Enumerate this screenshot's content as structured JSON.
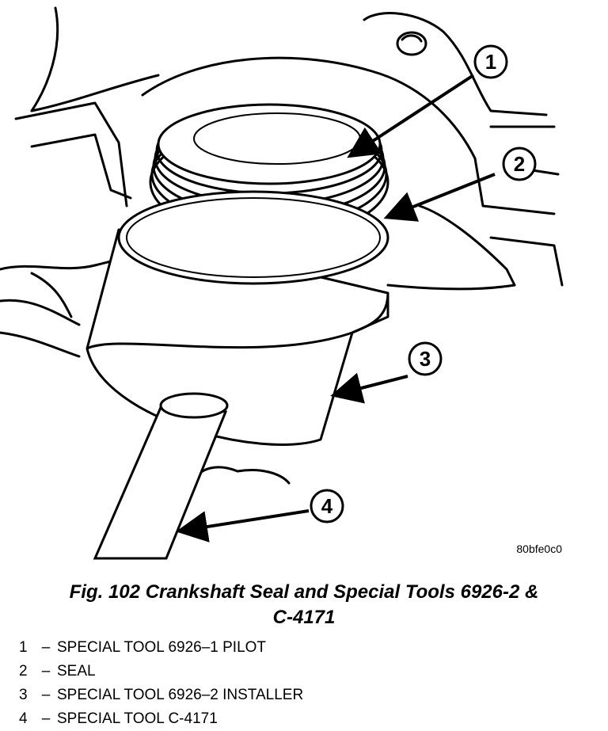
{
  "figure": {
    "code": "80bfe0c0",
    "callouts": [
      "1",
      "2",
      "3",
      "4"
    ]
  },
  "caption": {
    "line1": "Fig. 102 Crankshaft Seal and Special Tools 6926-2 &",
    "line2": "C-4171"
  },
  "legend": [
    {
      "num": "1",
      "sep": "–",
      "text": "SPECIAL TOOL 6926–1 PILOT"
    },
    {
      "num": "2",
      "sep": "–",
      "text": "SEAL"
    },
    {
      "num": "3",
      "sep": "–",
      "text": "SPECIAL TOOL 6926–2 INSTALLER"
    },
    {
      "num": "4",
      "sep": "–",
      "text": "SPECIAL TOOL C-4171"
    }
  ]
}
